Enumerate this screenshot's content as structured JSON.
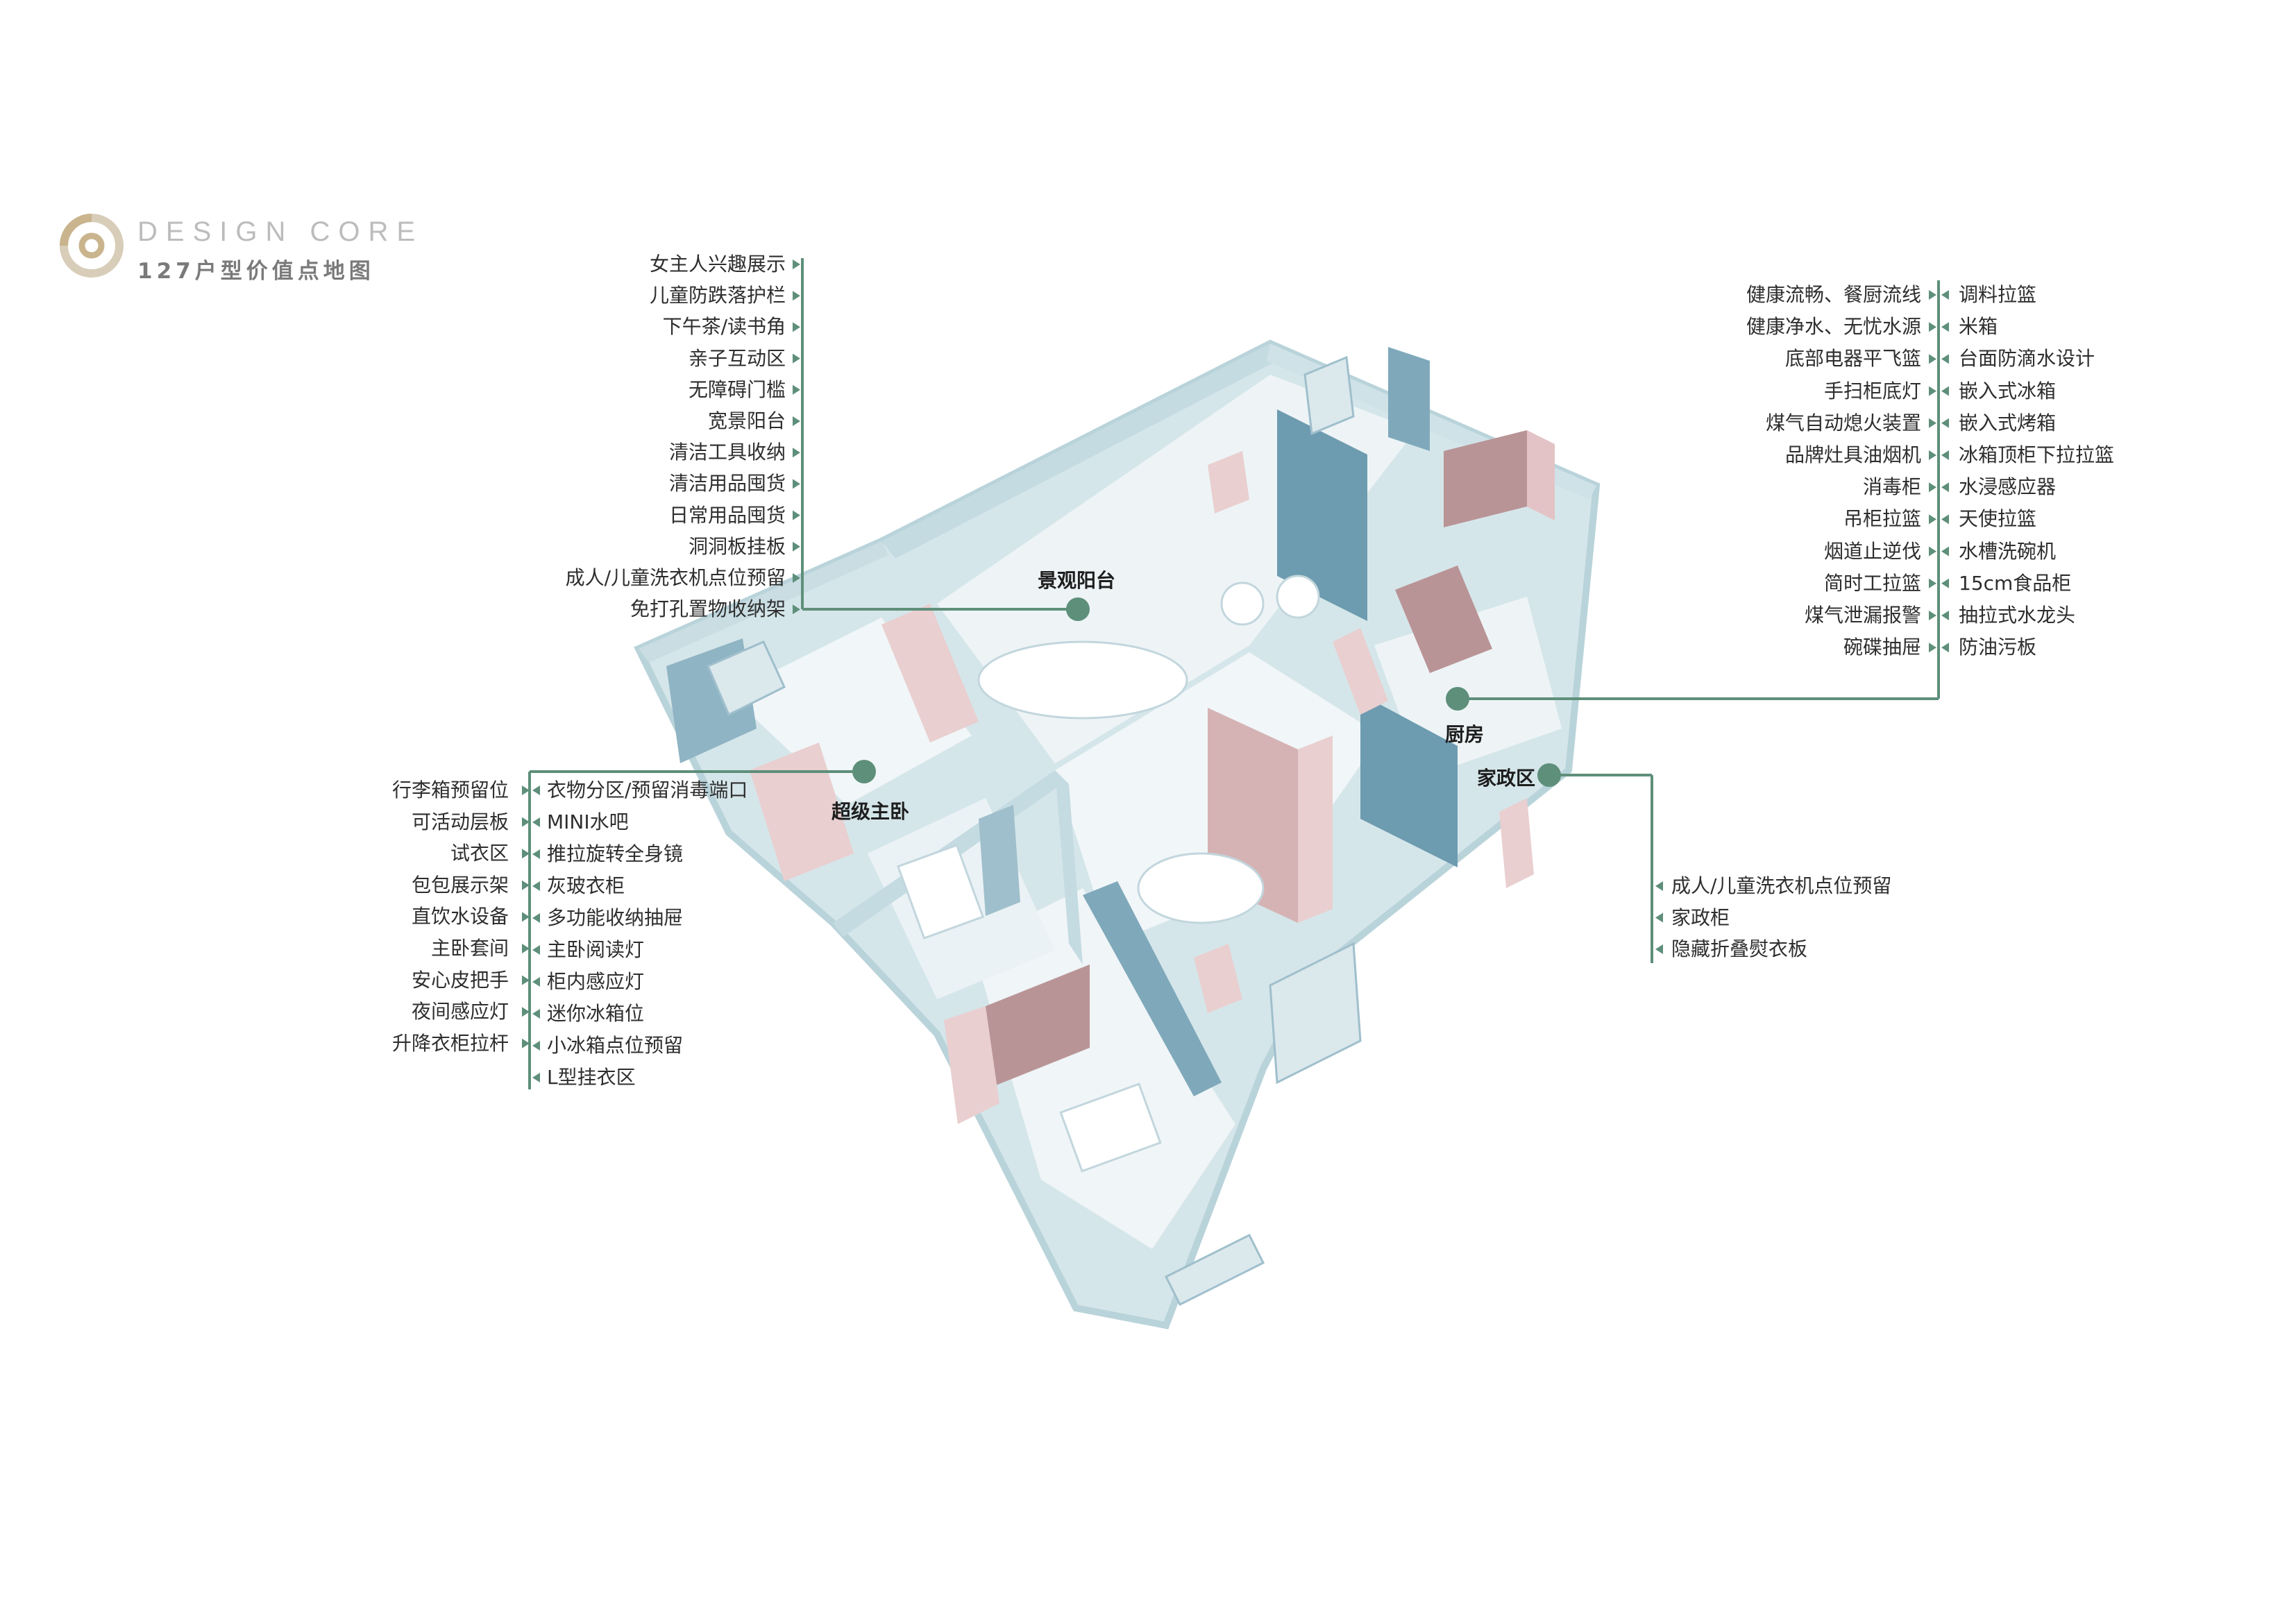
{
  "header": {
    "brand": "DESIGN CORE",
    "subtitle": "127户型价值点地图"
  },
  "rooms": {
    "balcony": "景观阳台",
    "master_bedroom": "超级主卧",
    "kitchen": "厨房",
    "housekeeping": "家政区"
  },
  "balcony_features": [
    "女主人兴趣展示",
    "儿童防跌落护栏",
    "下午茶/读书角",
    "亲子互动区",
    "无障碍门槛",
    "宽景阳台",
    "清洁工具收纳",
    "清洁用品囤货",
    "日常用品囤货",
    "洞洞板挂板",
    "成人/儿童洗衣机点位预留",
    "免打孔置物收纳架"
  ],
  "master_features_left": [
    "行李箱预留位",
    "可活动层板",
    "试衣区",
    "包包展示架",
    "直饮水设备",
    "主卧套间",
    "安心皮把手",
    "夜间感应灯",
    "升降衣柜拉杆"
  ],
  "master_features_right": [
    "衣物分区/预留消毒端口",
    "MINI水吧",
    "推拉旋转全身镜",
    "灰玻衣柜",
    "多功能收纳抽屉",
    "主卧阅读灯",
    "柜内感应灯",
    "迷你冰箱位",
    "小冰箱点位预留",
    "L型挂衣区"
  ],
  "kitchen_features_left": [
    "健康流畅、餐厨流线",
    "健康净水、无忧水源",
    "底部电器平飞篮",
    "手扫柜底灯",
    "煤气自动熄火装置",
    "品牌灶具油烟机",
    "消毒柜",
    "吊柜拉篮",
    "烟道止逆伐",
    "简时工拉篮",
    "煤气泄漏报警",
    "碗碟抽屉"
  ],
  "kitchen_features_right": [
    "调料拉篮",
    "米箱",
    "台面防滴水设计",
    "嵌入式冰箱",
    "嵌入式烤箱",
    "冰箱顶柜下拉拉篮",
    "水浸感应器",
    "天使拉篮",
    "水槽洗碗机",
    "15cm食品柜",
    "抽拉式水龙头",
    "防油污板"
  ],
  "housekeeping_features": [
    "成人/儿童洗衣机点位预留",
    "家政柜",
    "隐藏折叠熨衣板"
  ],
  "colors": {
    "accent": "#5e8f7a",
    "wall": "#c7dde4",
    "wall_dark": "#6d9bb0",
    "floor": "#eef4f6",
    "pink": "#e9cfd0",
    "pink_dark": "#b99496"
  }
}
